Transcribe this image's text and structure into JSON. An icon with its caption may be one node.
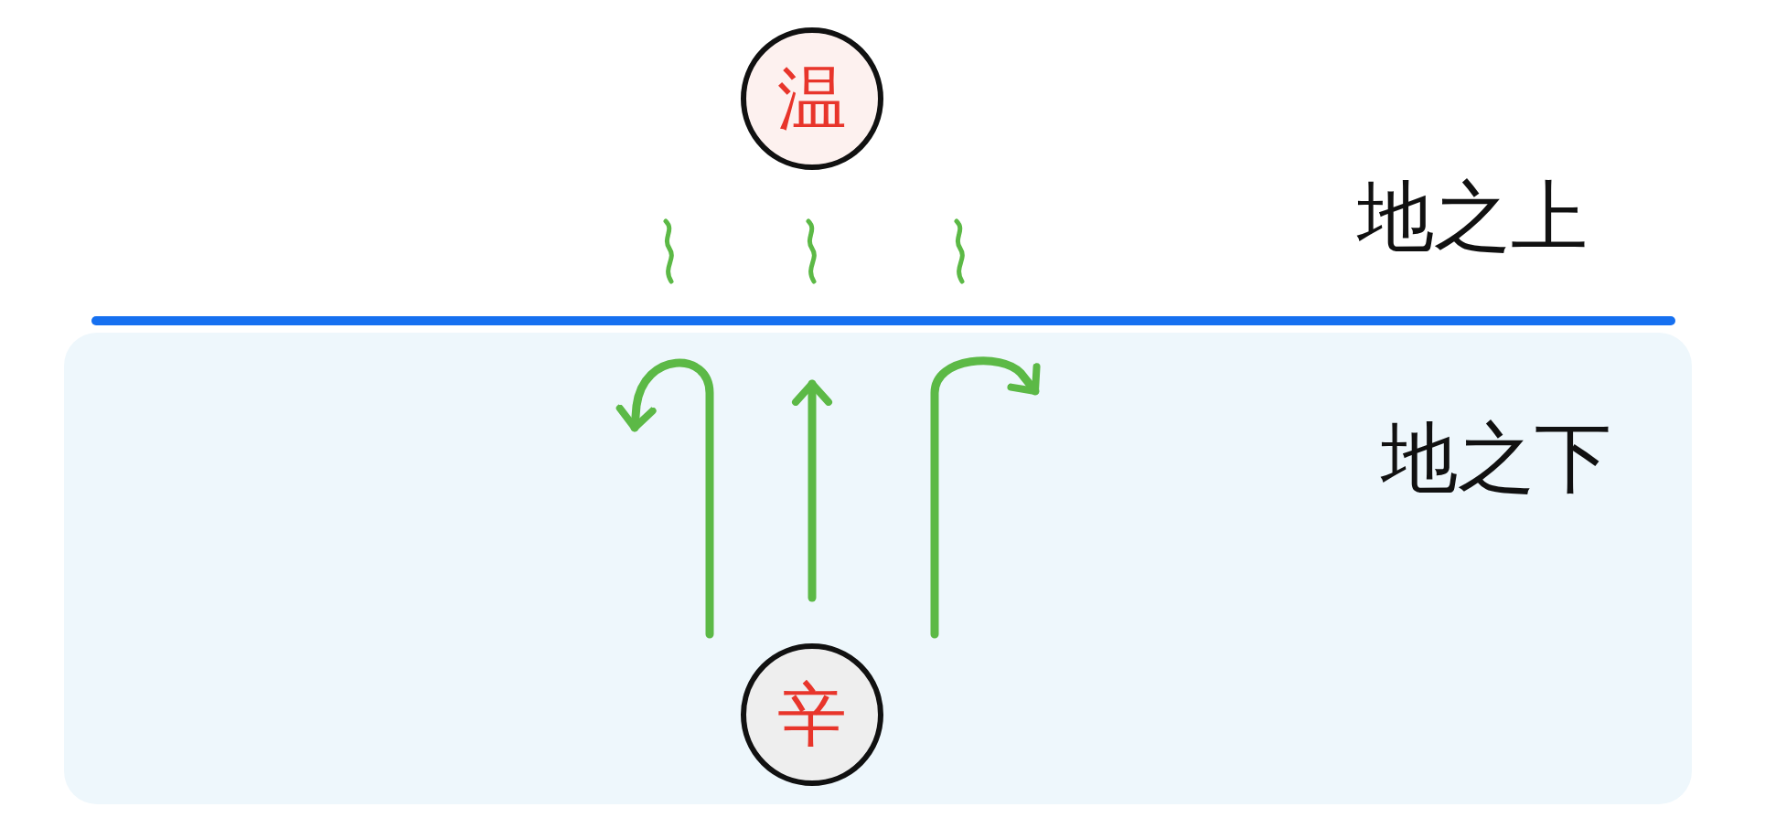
{
  "diagram": {
    "nodes": [
      {
        "text": [
          "温"
        ]
      },
      {
        "text": [
          "地之下"
        ]
      },
      {
        "text": [
          "辛"
        ],
        "in": 1
      }
    ],
    "edges": [
      {
        "from": 2,
        "to": null,
        "arrow": "to"
      },
      {
        "from": 2,
        "to": null,
        "arrow": "to"
      },
      {
        "from": 2,
        "to": null,
        "arrow": "to"
      }
    ],
    "labels": [
      "地之上"
    ]
  }
}
